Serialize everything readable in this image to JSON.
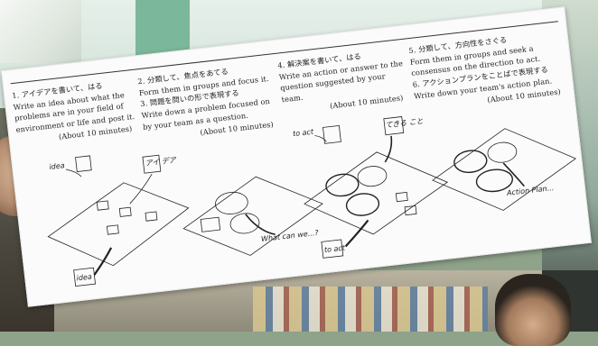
{
  "document": {
    "columns": [
      {
        "jp": "1. アイデアを書いて、はる",
        "en": "Write an idea about what the problems are in your field of environment or life and post it.",
        "time": "(About 10 minutes)"
      },
      {
        "jp": "2. 分類して、焦点をあてる",
        "en": "Form them in groups and focus it.",
        "jp2": "3. 問題を問いの形で表現する",
        "en2": "Write down a problem focused on by your team as a question.",
        "time": "(About 10 minutes)"
      },
      {
        "jp": "4. 解決案を書いて、はる",
        "en": "Write an action or answer to the question suggested by your team.",
        "time": "(About 10 minutes)"
      },
      {
        "jp": "5. 分類して、方向性をさぐる",
        "en": "Form them in groups and seek a consensus on the direction to act.",
        "jp2": "6. アクションプランをことばで表現する",
        "en2": "Write down your team's action plan.",
        "time": "(About 10 minutes)"
      }
    ],
    "sketch_labels": {
      "idea_top": "idea",
      "idea_bottom": "idea",
      "jp_idea": "アイ デア",
      "to_act": "to act",
      "jp_to_act": "てきる こと",
      "to_act_bottom": "to act",
      "what_can_we": "What can we...?",
      "action_plan": "Action Plan..."
    }
  }
}
